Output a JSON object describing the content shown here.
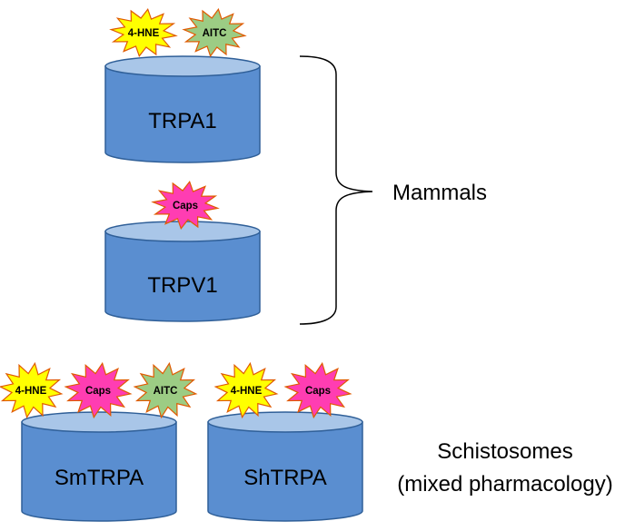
{
  "colors": {
    "cylinder_body": "#5a8ed0",
    "cylinder_top": "#a9c6e8",
    "cylinder_stroke": "#2f5f98",
    "ligand_4hne": "#ffff00",
    "ligand_aitc": "#9ccc84",
    "ligand_caps": "#ff3db2",
    "ligand_stroke": "#e05a00",
    "brace": "#000000"
  },
  "channels": [
    {
      "label": "TRPA1",
      "ligands": [
        "4-HNE",
        "AITC"
      ]
    },
    {
      "label": "TRPV1",
      "ligands": [
        "Caps"
      ]
    },
    {
      "label": "SmTRPA",
      "ligands": [
        "4-HNE",
        "Caps",
        "AITC"
      ]
    },
    {
      "label": "ShTRPA",
      "ligands": [
        "4-HNE",
        "Caps"
      ]
    }
  ],
  "groups": {
    "mammals": "Mammals",
    "schistosomes_line1": "Schistosomes",
    "schistosomes_line2": "(mixed pharmacology)"
  }
}
